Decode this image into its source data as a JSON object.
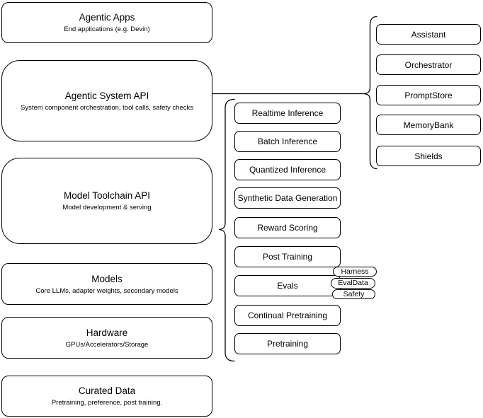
{
  "diagram": {
    "left_stack": [
      {
        "title": "Agentic Apps",
        "subtitle": "End applications (e.g. Devin)"
      },
      {
        "title": "Agentic System API",
        "subtitle": "System component orchestration, tool calls, safety checks"
      },
      {
        "title": "Model Toolchain API",
        "subtitle": "Model development & serving"
      },
      {
        "title": "Models",
        "subtitle": "Core LLMs, adapter weights, secondary models"
      },
      {
        "title": "Hardware",
        "subtitle": "GPUs/Accelerators/Storage"
      },
      {
        "title": "Curated Data",
        "subtitle": "Pretraining, preference, post training."
      }
    ],
    "toolchain_components": [
      "Realtime Inference",
      "Batch Inference",
      "Quantized Inference",
      "Synthetic Data Generation",
      "Reward Scoring",
      "Post Training",
      "Evals",
      "Continual Pretraining",
      "Pretraining"
    ],
    "eval_tags": [
      "Harness",
      "EvalData",
      "Safety"
    ],
    "system_components": [
      "Assistant",
      "Orchestrator",
      "PromptStore",
      "MemoryBank",
      "Shields"
    ],
    "colors": {
      "stroke": "#000000",
      "fill": "#ffffff",
      "background": "#ffffff"
    }
  }
}
